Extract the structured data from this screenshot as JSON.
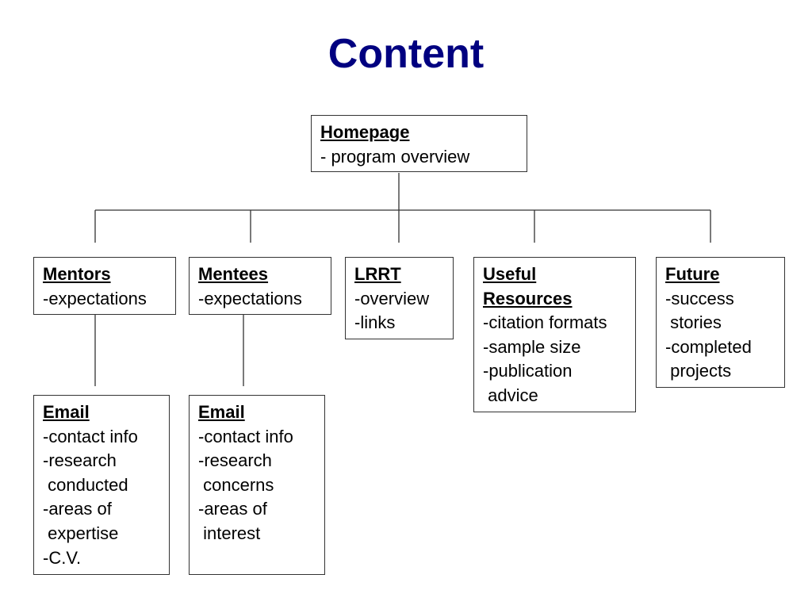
{
  "title": "Content",
  "nodes": {
    "homepage": {
      "title_lines": [
        "Homepage"
      ],
      "lines": [
        "- program overview"
      ]
    },
    "mentors": {
      "title_lines": [
        "Mentors"
      ],
      "lines": [
        "-expectations"
      ]
    },
    "mentees": {
      "title_lines": [
        "Mentees"
      ],
      "lines": [
        "-expectations"
      ]
    },
    "lrrt": {
      "title_lines": [
        "LRRT"
      ],
      "lines": [
        "-overview",
        "-links"
      ]
    },
    "useful_resources": {
      "title_lines": [
        "Useful",
        "Resources"
      ],
      "lines": [
        "-citation formats",
        "-sample size",
        "-publication",
        " advice"
      ]
    },
    "future": {
      "title_lines": [
        "Future"
      ],
      "lines": [
        "-success",
        " stories",
        "-completed",
        " projects"
      ]
    },
    "mentors_email": {
      "title_lines": [
        "Email"
      ],
      "lines": [
        "-contact info",
        "-research",
        " conducted",
        "-areas of",
        " expertise",
        "-C.V."
      ]
    },
    "mentees_email": {
      "title_lines": [
        "Email"
      ],
      "lines": [
        "-contact info",
        "-research",
        " concerns",
        "-areas of",
        " interest"
      ]
    }
  }
}
